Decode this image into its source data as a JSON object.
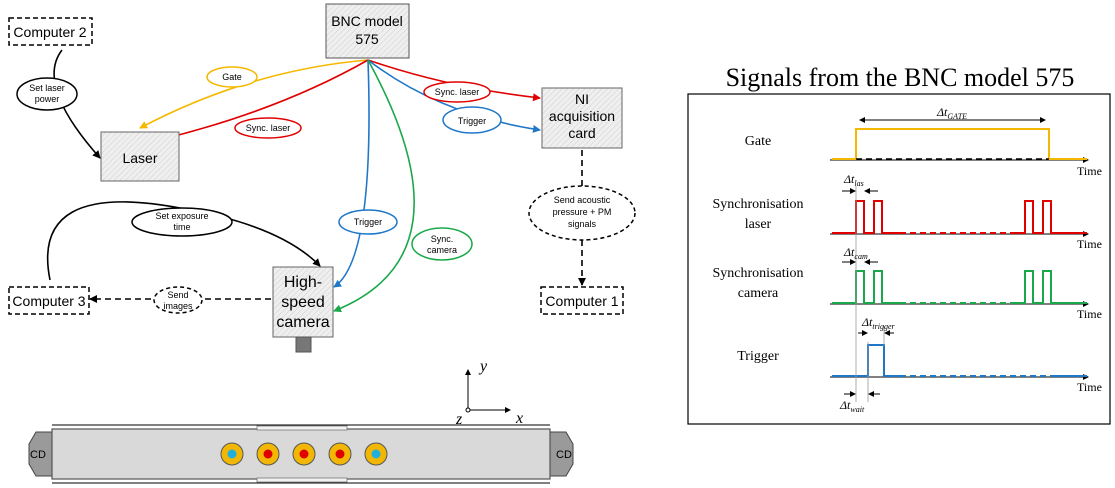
{
  "setup": {
    "bnc": {
      "line1": "BNC model",
      "line2": "575"
    },
    "computer2": "Computer 2",
    "computer3": "Computer 3",
    "computer1": "Computer 1",
    "laser": "Laser",
    "ni": {
      "line1": "NI",
      "line2": "acquisition",
      "line3": "card"
    },
    "camera": {
      "line1": "High-",
      "line2": "speed",
      "line3": "camera"
    },
    "labels": {
      "gate": "Gate",
      "sync_laser_ni": "Sync. laser",
      "sync_laser_laser": "Sync. laser",
      "trigger_ni": "Trigger",
      "trigger_cam": "Trigger",
      "sync_camera_1": "Sync.",
      "sync_camera_2": "camera",
      "set_laser_power_1": "Set laser",
      "set_laser_power_2": "power",
      "set_exposure_1": "Set exposure",
      "set_exposure_2": "time",
      "send_images_1": "Send",
      "send_images_2": "images",
      "send_acoustic_1": "Send acoustic",
      "send_acoustic_2": "pressure + PM",
      "send_acoustic_3": "signals"
    },
    "axes": {
      "y": "y",
      "z": "z",
      "x": "x"
    },
    "cd_left": "CD",
    "cd_right": "CD",
    "colors": {
      "gate": "#f5b800",
      "sync_laser": "#e00000",
      "trigger": "#1f77c8",
      "sync_camera": "#1aa84a",
      "box_fill": "#e8e8e8",
      "channel": "#d9d9d9",
      "dot_ring": "#f2b705",
      "dot_red": "#e00000",
      "dot_blue": "#1fb0e0"
    },
    "probe_pattern": [
      "blue",
      "red",
      "red",
      "red",
      "blue"
    ]
  },
  "signals": {
    "title": "Signals from the BNC model 575",
    "rows": [
      {
        "label1": "Gate",
        "label2": "",
        "time": "Time"
      },
      {
        "label1": "Synchronisation",
        "label2": "laser",
        "time": "Time"
      },
      {
        "label1": "Synchronisation",
        "label2": "camera",
        "time": "Time"
      },
      {
        "label1": "Trigger",
        "label2": "",
        "time": "Time"
      }
    ],
    "deltas": {
      "gate": "Δt",
      "gate_sub": "GATE",
      "las": "Δt",
      "las_sub": "las",
      "cam": "Δt",
      "cam_sub": "cam",
      "trigger": "Δt",
      "trigger_sub": "trigger",
      "wait": "Δt",
      "wait_sub": "wait"
    }
  }
}
